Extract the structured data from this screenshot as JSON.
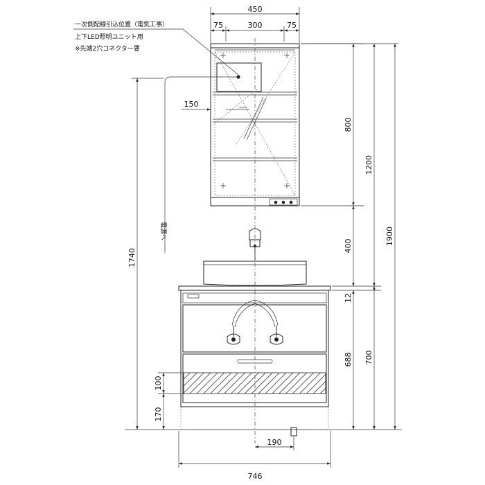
{
  "notes": {
    "line1": "一次側配線引込位置（電気工事）",
    "line2": "上下LED照明ユニット用",
    "line3": "※先端2穴コネクター要",
    "power": "電源へ"
  },
  "dims": {
    "cabinet_width": "450",
    "left_margin": "75",
    "inner_width": "300",
    "right_margin": "75",
    "offset": "150",
    "cabinet_height": "800",
    "to_counter": "1200",
    "overall": "1900",
    "gap": "400",
    "counter_thk": "12",
    "base_688": "688",
    "base_700": "700",
    "left_1740": "1740",
    "drawer_100": "100",
    "plinth_170": "170",
    "drain_190": "190",
    "vanity_width": "746"
  }
}
